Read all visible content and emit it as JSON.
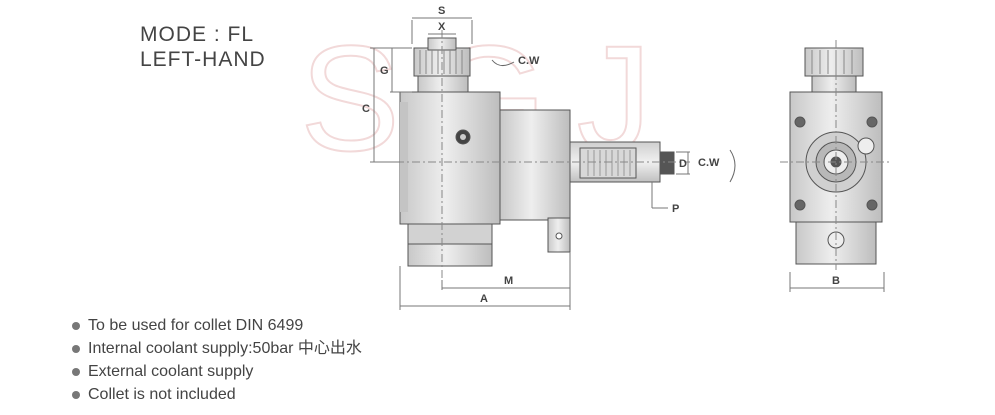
{
  "header": {
    "mode_line": "MODE : FL",
    "hand_line": "LEFT-HAND"
  },
  "dimensions": {
    "S": "S",
    "X": "X",
    "G": "G",
    "C": "C",
    "D": "D",
    "P": "P",
    "M": "M",
    "A": "A",
    "B": "B"
  },
  "rotation": {
    "top": "C.W",
    "side": "C.W"
  },
  "watermark": "SGJ",
  "features": [
    {
      "text": "To be used for collet DIN 6499"
    },
    {
      "text": "Internal coolant supply:50bar  中心出水"
    },
    {
      "text": "External coolant supply"
    },
    {
      "text": "Collet is not included"
    }
  ],
  "colors": {
    "body_fill": "#dcdcdc",
    "body_dark": "#b8b8b8",
    "outline": "#555555",
    "dim_line": "#777777",
    "watermark": "#f4dede"
  }
}
